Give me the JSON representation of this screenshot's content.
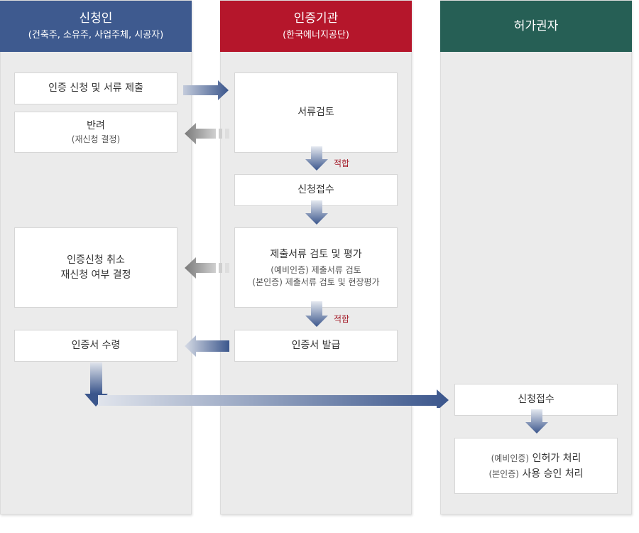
{
  "columns": {
    "applicant": {
      "title": "신청인",
      "subtitle": "(건축주, 소유주, 사업주체, 시공자)",
      "color": "#3e5a8f"
    },
    "certifier": {
      "title": "인증기관",
      "subtitle": "(한국에너지공단)",
      "color": "#b5162b"
    },
    "authority": {
      "title": "허가권자",
      "color": "#265f55"
    }
  },
  "applicant": {
    "submit": "인증 신청 및 서류 제출",
    "reject": "반려",
    "reject_sub": "(재신청 결정)",
    "cancel_line1": "인증신청 취소",
    "cancel_line2": "재신청 여부 결정",
    "receive": "인증서 수령"
  },
  "certifier": {
    "review": "서류검토",
    "fit1": "적합",
    "accept": "신청접수",
    "evaluate": "제출서류 검토 및 평가",
    "evaluate_sub1": "(예비인증) 제출서류 검토",
    "evaluate_sub2": "(본인증) 제출서류 검토 및 현장평가",
    "fit2": "적합",
    "issue": "인증서 발급"
  },
  "authority": {
    "accept": "신청접수",
    "line1_prefix": "(예비인증)",
    "line1_text": "인허가 처리",
    "line2_prefix": "(본인증)",
    "line2_text": "사용 승인 처리"
  }
}
